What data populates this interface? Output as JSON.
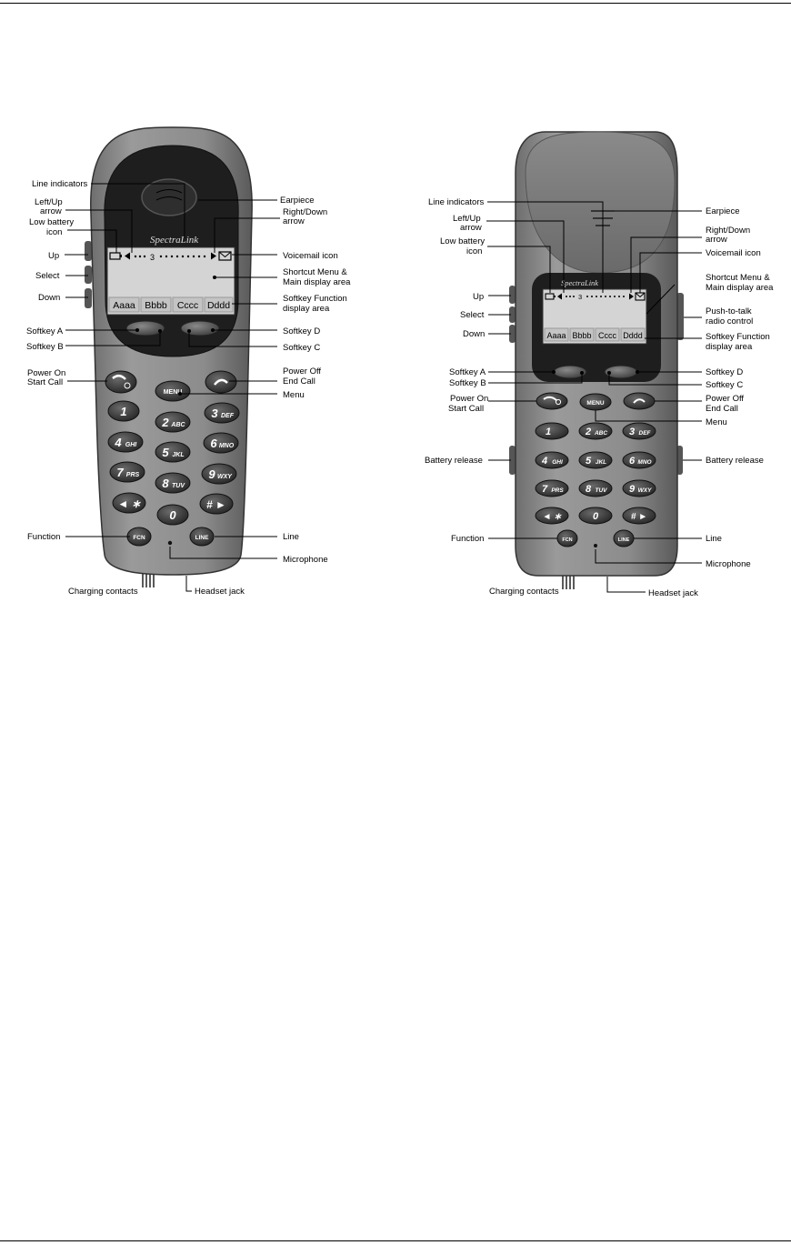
{
  "phone1": {
    "brand": "SpectraLink",
    "lcd": {
      "line_number": "3",
      "softkeys": [
        "Aaaa",
        "Bbbb",
        "Cccc",
        "Dddd"
      ]
    },
    "keys": {
      "menu": "MENU",
      "fcn": "FCN",
      "line": "LINE",
      "k1": "1",
      "k2": "2",
      "k2s": "ABC",
      "k3": "3",
      "k3s": "DEF",
      "k4": "4",
      "k4s": "GHI",
      "k5": "5",
      "k5s": "JKL",
      "k6": "6",
      "k6s": "MNO",
      "k7": "7",
      "k7s": "PRS",
      "k8": "8",
      "k8s": "TUV",
      "k9": "9",
      "k9s": "WXY",
      "kstar": "◄ ∗",
      "k0": "0",
      "khash": "# ►"
    },
    "labels": {
      "line_indicators": "Line indicators",
      "left_up_arrow_1": "Left/Up",
      "left_up_arrow_2": "arrow",
      "low_battery_1": "Low battery",
      "low_battery_2": "icon",
      "up": "Up",
      "select": "Select",
      "down": "Down",
      "softkey_a": "Softkey A",
      "softkey_b": "Softkey B",
      "power_on_1": "Power On",
      "power_on_2": "Start Call",
      "function": "Function",
      "charging_contacts": "Charging contacts",
      "earpiece": "Earpiece",
      "right_down_1": "Right/Down",
      "right_down_2": "arrow",
      "voicemail": "Voicemail icon",
      "shortcut_1": "Shortcut Menu &",
      "shortcut_2": "Main display area",
      "softkey_fn_1": "Softkey Function",
      "softkey_fn_2": "display area",
      "softkey_d": "Softkey D",
      "softkey_c": "Softkey C",
      "power_off_1": "Power Off",
      "power_off_2": "End Call",
      "menu": "Menu",
      "line": "Line",
      "microphone": "Microphone",
      "headset_jack": "Headset jack"
    }
  },
  "phone2": {
    "brand": "SpectraLink",
    "lcd": {
      "line_number": "3",
      "softkeys": [
        "Aaaa",
        "Bbbb",
        "Cccc",
        "Dddd"
      ]
    },
    "keys": {
      "menu": "MENU",
      "fcn": "FCN",
      "line": "LINE",
      "k1": "1",
      "k2": "2",
      "k2s": "ABC",
      "k3": "3",
      "k3s": "DEF",
      "k4": "4",
      "k4s": "GHI",
      "k5": "5",
      "k5s": "JKL",
      "k6": "6",
      "k6s": "MNO",
      "k7": "7",
      "k7s": "PRS",
      "k8": "8",
      "k8s": "TUV",
      "k9": "9",
      "k9s": "WXY",
      "kstar": "◄ ∗",
      "k0": "0",
      "khash": "# ►"
    },
    "labels": {
      "line_indicators": "Line indicators",
      "left_up_arrow_1": "Left/Up",
      "left_up_arrow_2": "arrow",
      "low_battery_1": "Low battery",
      "low_battery_2": "icon",
      "up": "Up",
      "select": "Select",
      "down": "Down",
      "softkey_a": "Softkey A",
      "softkey_b": "Softkey B",
      "power_on_1": "Power On",
      "power_on_2": "Start Call",
      "battery_release_left": "Battery release",
      "function": "Function",
      "charging_contacts": "Charging contacts",
      "earpiece": "Earpiece",
      "right_down_1": "Right/Down",
      "right_down_2": "arrow",
      "voicemail": "Voicemail icon",
      "shortcut_1": "Shortcut Menu &",
      "shortcut_2": "Main display area",
      "ptt_1": "Push-to-talk",
      "ptt_2": "radio control",
      "softkey_fn_1": "Softkey Function",
      "softkey_fn_2": "display area",
      "softkey_d": "Softkey D",
      "softkey_c": "Softkey C",
      "power_off_1": "Power Off",
      "power_off_2": "End Call",
      "menu": "Menu",
      "battery_release_right": "Battery release",
      "line": "Line",
      "microphone": "Microphone",
      "headset_jack": "Headset jack"
    }
  }
}
